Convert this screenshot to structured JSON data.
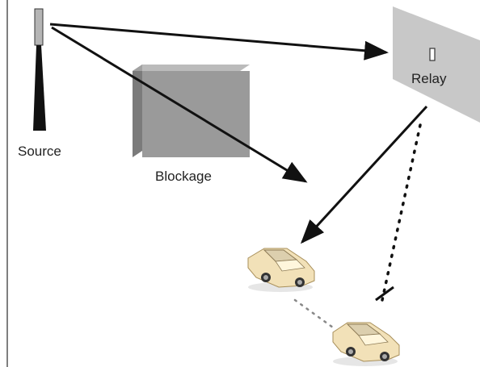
{
  "labels": {
    "source": "Source",
    "blockage": "Blockage",
    "relay": "Relay"
  },
  "nodes": {
    "source": {
      "icon": "antenna-tower-icon"
    },
    "relay": {
      "icon": "reflector-panel-icon"
    },
    "blockage": {
      "icon": "box-obstacle-icon"
    },
    "car_near": {
      "icon": "car-icon"
    },
    "car_far": {
      "icon": "car-icon"
    }
  },
  "colors": {
    "arrow": "#111111",
    "box_front": "#9a9a9a",
    "box_side": "#7b7b7b",
    "box_top": "#b9b9b9",
    "relay_panel": "#c8c8c8",
    "car_body": "#f2e1b8"
  }
}
